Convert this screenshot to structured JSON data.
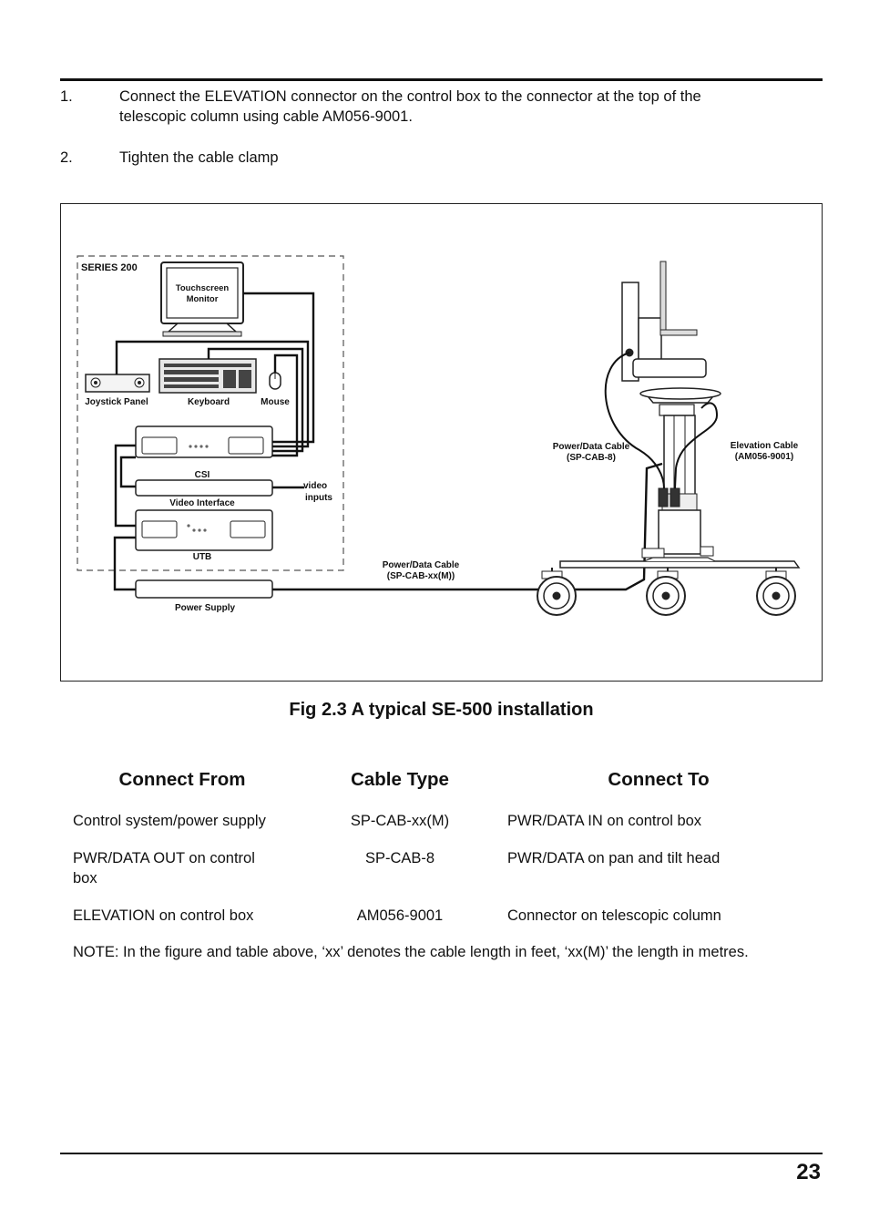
{
  "steps": [
    {
      "num": "1.",
      "line1": "Connect the ELEVATION connector on the control box to the connector at the top of the",
      "line2": "telescopic column using cable AM056-9001."
    },
    {
      "num": "2.",
      "line1": "Tighten the cable clamp",
      "line2": ""
    }
  ],
  "figure": {
    "series_label": "SERIES 200",
    "monitor_line1": "Touchscreen",
    "monitor_line2": "Monitor",
    "joystick_label": "Joystick Panel",
    "keyboard_label": "Keyboard",
    "mouse_label": "Mouse",
    "csi_label": "CSI",
    "video_interface_label": "Video Interface",
    "video_inputs_line1": "video",
    "video_inputs_line2": "inputs",
    "utb_label": "UTB",
    "power_supply_label": "Power Supply",
    "power_cable_bottom_line1": "Power/Data Cable",
    "power_cable_bottom_line2": "(SP-CAB-xx(M))",
    "power_cable_top_line1": "Power/Data Cable",
    "power_cable_top_line2": "(SP-CAB-8)",
    "elevation_cable_line1": "Elevation Cable",
    "elevation_cable_line2": "(AM056-9001)"
  },
  "caption": "Fig 2.3 A typical SE-500 installation",
  "table": {
    "headers": [
      "Connect From",
      "Cable Type",
      "Connect To"
    ],
    "rows": [
      {
        "from_line1": "Control system/power supply",
        "from_line2": "",
        "cable": "SP-CAB-xx(M)",
        "to": "PWR/DATA IN on control box"
      },
      {
        "from_line1": "PWR/DATA OUT on control",
        "from_line2": "box",
        "cable": "SP-CAB-8",
        "to": "PWR/DATA on pan and tilt head"
      },
      {
        "from_line1": "ELEVATION on control box",
        "from_line2": "",
        "cable": "AM056-9001",
        "to": "Connector on telescopic column"
      }
    ]
  },
  "note": "NOTE: In the figure and table above, ‘xx’ denotes the cable length in feet, ‘xx(M)’ the length in metres.",
  "page_number": "23"
}
